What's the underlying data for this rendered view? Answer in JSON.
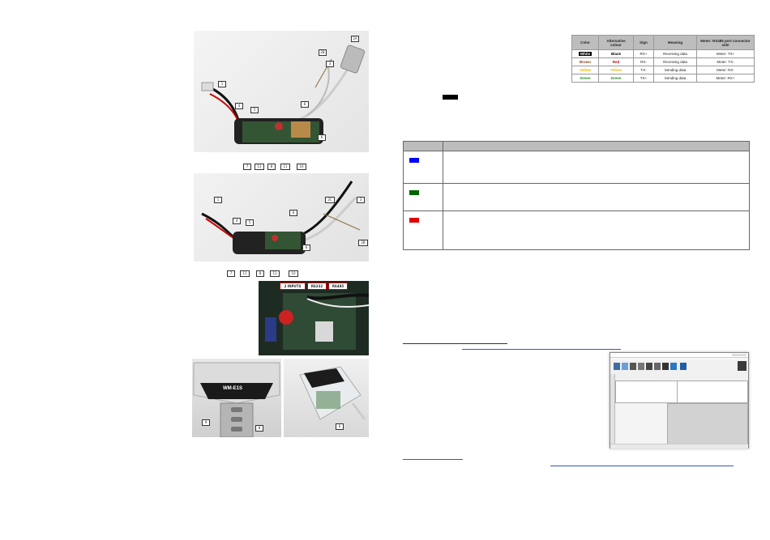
{
  "photo1": {
    "callouts": [
      "1",
      "4",
      "5",
      "2A",
      "2B",
      "3",
      "6",
      "6",
      "7",
      "11",
      "8",
      "11",
      "10"
    ]
  },
  "photo2": {
    "callouts": [
      "1",
      "4",
      "5",
      "6",
      "2C",
      "3",
      "2B",
      "6",
      "7",
      "11",
      "8",
      "11",
      "10"
    ]
  },
  "photo3": {
    "headers": [
      "2 INPUTS",
      "RS232",
      "RS485"
    ]
  },
  "photo4": {
    "label": "WM-E1S",
    "callouts": [
      "9",
      "8",
      "6"
    ]
  },
  "color_table": {
    "headers": [
      "Color",
      "Alternative colour",
      "Sign",
      "Meaning",
      "Meter: RS485 port connector side"
    ],
    "rows": [
      {
        "color": "White",
        "alt": "Black",
        "sign": "RX+",
        "meaning": "Receiving data",
        "meter": "Meter: TX+",
        "c1": "#000000",
        "c2": "#000000"
      },
      {
        "color": "Brown",
        "alt": "Red",
        "sign": "RX-",
        "meaning": "Receiving data",
        "meter": "Meter: TX-",
        "c1": "#8b4513",
        "c2": "#d40000"
      },
      {
        "color": "Yellow",
        "alt": "Yellow",
        "sign": "TX-",
        "meaning": "Sending data",
        "meter": "Meter: RX-",
        "c1": "#e6b800",
        "c2": "#e6b800"
      },
      {
        "color": "Green",
        "alt": "Green",
        "sign": "TX+",
        "meaning": "Sending data",
        "meter": "Meter: RX+",
        "c1": "#1a8a1a",
        "c2": "#1a8a1a"
      }
    ]
  },
  "led_table": {
    "leds": [
      {
        "name": "blue-led",
        "color": "#0000ff"
      },
      {
        "name": "green-led",
        "color": "#006400"
      },
      {
        "name": "red-led",
        "color": "#e00000"
      }
    ]
  },
  "colors": {
    "link": "#3355cc",
    "table_header": "#bdbdbd",
    "callout_border": "#333333"
  }
}
